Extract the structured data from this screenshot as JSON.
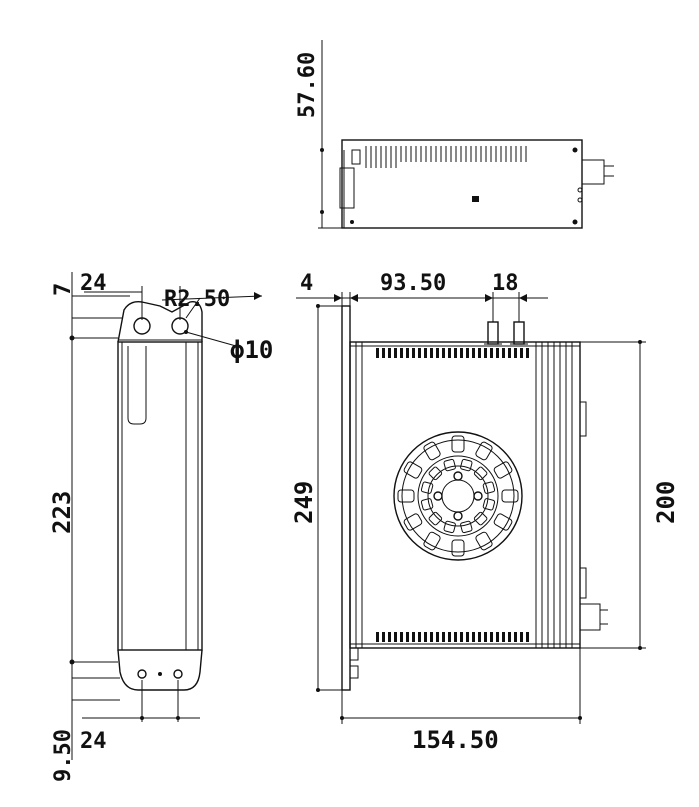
{
  "drawing": {
    "dimensions": {
      "side_height": "57.60",
      "left_top_offset": "7",
      "left_top_width": "24",
      "radius": "R2.50",
      "hole_diameter": "ϕ10",
      "left_height": "223",
      "left_bottom_offset": "9.50",
      "left_bottom_width": "24",
      "front_flange": "4",
      "front_span": "93.50",
      "connector_pitch": "18",
      "front_height_outer": "249",
      "front_height_body": "200",
      "front_width": "154.50"
    }
  }
}
